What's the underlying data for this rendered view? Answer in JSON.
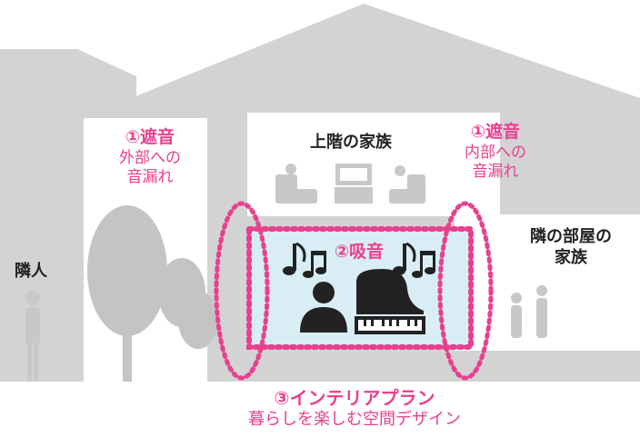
{
  "labels": {
    "neighbor": "隣人",
    "upstairs_family": "上階の家族",
    "next_room_family_line1": "隣の部屋の",
    "next_room_family_line2": "家族"
  },
  "callouts": {
    "left_soundproof": {
      "title": "①遮音",
      "line1": "外部への",
      "line2": "音漏れ"
    },
    "right_soundproof": {
      "title": "①遮音",
      "line1": "内部への",
      "line2": "音漏れ"
    },
    "absorption": {
      "title": "②吸音"
    },
    "interior_plan": {
      "title": "③インテリアプラン",
      "subtitle": "暮らしを楽しむ空間デザイン"
    }
  },
  "icons": [
    "music-notes-icon",
    "person-icon",
    "grand-piano-icon",
    "sofa-icon",
    "tv-icon",
    "tree-icon",
    "standing-people-icon"
  ],
  "colors": {
    "accent": "#e8408f",
    "house_gray": "#d3d3d3",
    "window_white": "#ffffff",
    "music_room_fill": "#d8eef4",
    "text_dark": "#222222"
  }
}
